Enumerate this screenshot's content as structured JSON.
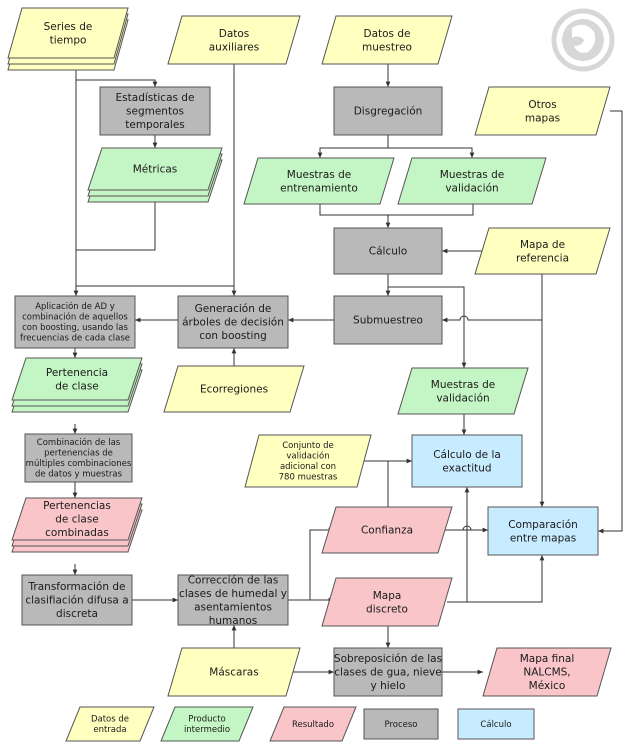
{
  "colors": {
    "input": "#ffffc0",
    "intermediate": "#c4f5c4",
    "result": "#f9c5c9",
    "process": "#b9b9b9",
    "calc": "#c8ecff",
    "logo": "#d7d7d7"
  },
  "nodes": [
    {
      "id": "series",
      "type": "input",
      "stack": true,
      "lines": [
        "Series de",
        "tiempo"
      ]
    },
    {
      "id": "auxiliares",
      "type": "input",
      "lines": [
        "Datos",
        "auxiliares"
      ]
    },
    {
      "id": "muestreo",
      "type": "input",
      "lines": [
        "Datos de",
        "muestreo"
      ]
    },
    {
      "id": "estadisticas",
      "type": "process",
      "lines": [
        "Estadísticas de",
        "segmentos",
        "temporales"
      ]
    },
    {
      "id": "metricas",
      "type": "intermediate",
      "stack": true,
      "lines": [
        "Métricas"
      ]
    },
    {
      "id": "disgregacion",
      "type": "process",
      "lines": [
        "Disgregación"
      ]
    },
    {
      "id": "otros",
      "type": "input",
      "lines": [
        "Otros",
        "mapas"
      ]
    },
    {
      "id": "entrenamiento",
      "type": "intermediate",
      "lines": [
        "Muestras de",
        "entrenamiento"
      ]
    },
    {
      "id": "validacion1",
      "type": "intermediate",
      "lines": [
        "Muestras de",
        "validación"
      ]
    },
    {
      "id": "calculo",
      "type": "process",
      "lines": [
        "Cálculo"
      ]
    },
    {
      "id": "mapa_ref",
      "type": "input",
      "lines": [
        "Mapa de",
        "referencia"
      ]
    },
    {
      "id": "aplicacion",
      "type": "process",
      "lines": [
        "Aplicación de AD y",
        "combinación de aquellos",
        "con boosting, usando las",
        "frecuencias de cada clase"
      ]
    },
    {
      "id": "generacion",
      "type": "process",
      "lines": [
        "Generación de",
        "árboles de decisión",
        "con boosting"
      ]
    },
    {
      "id": "submuestreo",
      "type": "process",
      "lines": [
        "Submuestreo"
      ]
    },
    {
      "id": "pertenencia",
      "type": "intermediate",
      "stack": true,
      "lines": [
        "Pertenencia",
        "de clase"
      ]
    },
    {
      "id": "ecorregiones",
      "type": "input",
      "lines": [
        "Ecorregiones"
      ]
    },
    {
      "id": "validacion2",
      "type": "intermediate",
      "lines": [
        "Muestras de",
        "validación"
      ]
    },
    {
      "id": "combinacion",
      "type": "process",
      "lines": [
        "Combinación de las",
        "pertenencias de",
        "múltiples combinaciones",
        "de datos y muestras"
      ]
    },
    {
      "id": "conjunto",
      "type": "input",
      "lines": [
        "Conjunto de",
        "validación",
        "adicional con",
        "780 muestras"
      ]
    },
    {
      "id": "exactitud",
      "type": "calc",
      "lines": [
        "Cálculo de la",
        "exactitud"
      ]
    },
    {
      "id": "pert_comb",
      "type": "result",
      "stack": true,
      "lines": [
        "Pertenencias",
        "de clase",
        "combinadas"
      ]
    },
    {
      "id": "confianza",
      "type": "result",
      "lines": [
        "Confianza"
      ]
    },
    {
      "id": "comparacion",
      "type": "calc",
      "lines": [
        "Comparación",
        "entre mapas"
      ]
    },
    {
      "id": "transformacion",
      "type": "process",
      "lines": [
        "Transformación de",
        "clasifiación difusa a",
        "discreta"
      ]
    },
    {
      "id": "correccion",
      "type": "process",
      "lines": [
        "Corrección de las",
        "clases de humedal y",
        "asentamientos",
        "humanos"
      ]
    },
    {
      "id": "discreto",
      "type": "result",
      "lines": [
        "Mapa",
        "discreto"
      ]
    },
    {
      "id": "mascaras",
      "type": "input",
      "lines": [
        "Máscaras"
      ]
    },
    {
      "id": "sobreposicion",
      "type": "process",
      "lines": [
        "Sobreposición de las",
        "clases de gua, nieve",
        "y hielo"
      ]
    },
    {
      "id": "final",
      "type": "result",
      "lines": [
        "Mapa final",
        "NALCMS,",
        "México"
      ]
    }
  ],
  "legend": [
    {
      "type": "input",
      "lines": [
        "Datos de",
        "entrada"
      ]
    },
    {
      "type": "intermediate",
      "lines": [
        "Producto",
        "intermedio"
      ]
    },
    {
      "type": "result",
      "lines": [
        "Resultado"
      ]
    },
    {
      "type": "process",
      "lines": [
        "Proceso"
      ]
    },
    {
      "type": "calc",
      "lines": [
        "Cálculo"
      ]
    }
  ]
}
